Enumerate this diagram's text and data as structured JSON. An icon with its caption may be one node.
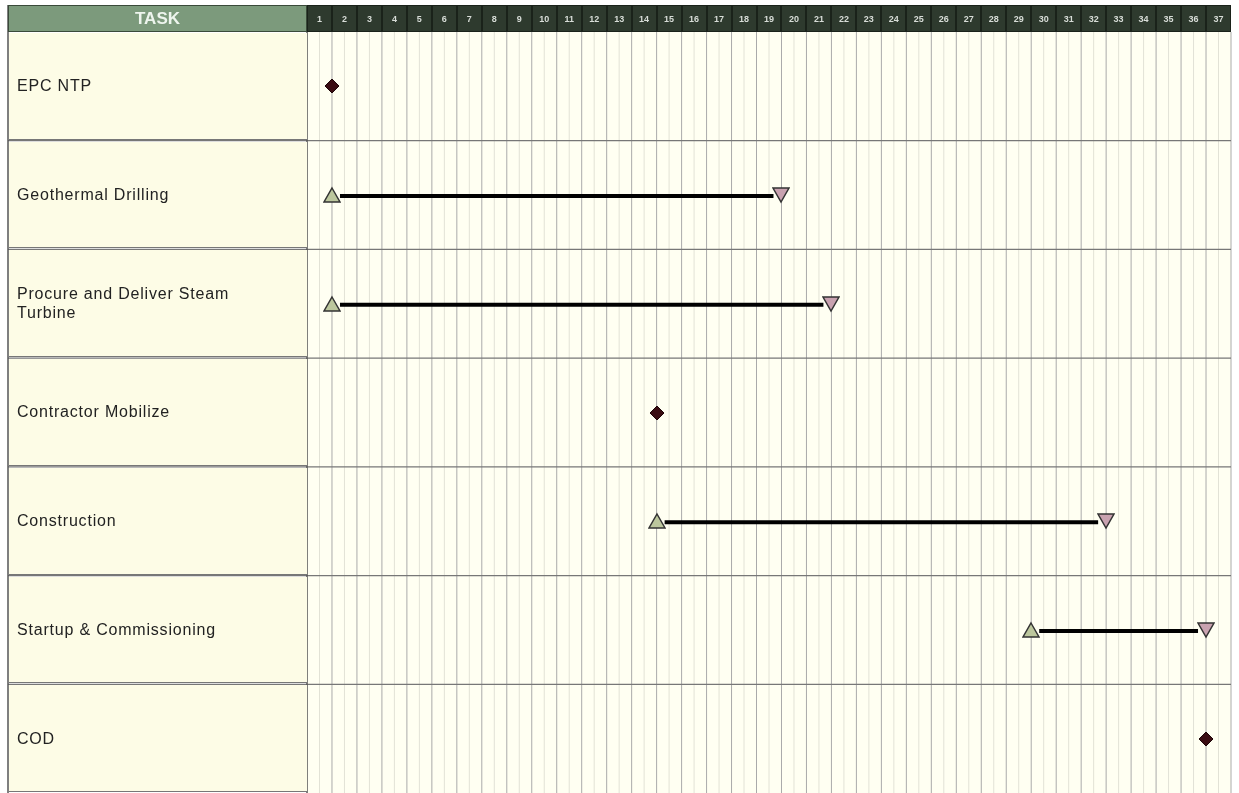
{
  "diagram": {
    "nodes": [
      {
        "text": [
          "EPC NTP"
        ]
      },
      {
        "text": [],
        "shape": "diamond"
      },
      {
        "text": [
          "Geothermal Drilling"
        ]
      },
      {
        "text": [],
        "shape": "triangle"
      },
      {
        "text": [],
        "shape": "triangle"
      },
      {
        "text": [
          "Procure and Deliver Steam Turbine"
        ]
      },
      {
        "text": [],
        "shape": "triangle"
      },
      {
        "text": [],
        "shape": "triangle"
      },
      {
        "text": [
          "Contractor Mobilize"
        ]
      },
      {
        "text": [],
        "shape": "diamond"
      },
      {
        "text": [
          "Construction"
        ]
      },
      {
        "text": [],
        "shape": "triangle"
      },
      {
        "text": [],
        "shape": "triangle"
      },
      {
        "text": [
          "Startup & Commissioning"
        ]
      },
      {
        "text": [],
        "shape": "triangle"
      },
      {
        "text": [],
        "shape": "triangle"
      },
      {
        "text": [
          "COD"
        ]
      },
      {
        "text": [],
        "shape": "diamond"
      }
    ],
    "edges": [
      {
        "from": 3,
        "to": 4,
        "arrow": "none"
      },
      {
        "from": 6,
        "to": 7,
        "arrow": "none"
      },
      {
        "from": 11,
        "to": 12,
        "arrow": "none"
      },
      {
        "from": 14,
        "to": 15,
        "arrow": "none"
      }
    ],
    "labels": [
      "TASK",
      "1",
      "2",
      "3",
      "4",
      "5",
      "6",
      "7",
      "8",
      "9",
      "10",
      "11",
      "12",
      "13",
      "14",
      "15",
      "16",
      "17",
      "18",
      "19",
      "20",
      "21",
      "22",
      "23",
      "24",
      "25",
      "26",
      "27",
      "28",
      "29",
      "30",
      "31",
      "32",
      "33",
      "34",
      "35",
      "36",
      "37"
    ]
  }
}
